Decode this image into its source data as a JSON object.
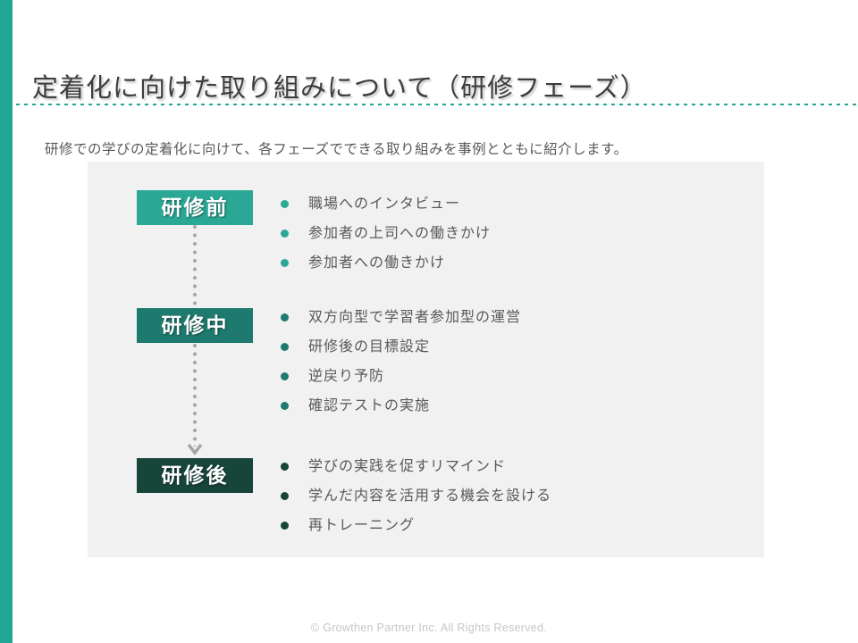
{
  "slide": {
    "title": "定着化に向けた取り組みについて（研修フェーズ）",
    "subtitle": "研修での学びの定着化に向けて、各フェーズでできる取り組みを事例とともに紹介します。",
    "footer": "© Growthen Partner Inc. All Rights Reserved."
  },
  "phases": [
    {
      "label": "研修前",
      "color": "#2BA895",
      "items": [
        "職場へのインタビュー",
        "参加者の上司への働きかけ",
        "参加者への働きかけ"
      ]
    },
    {
      "label": "研修中",
      "color": "#1E7A6E",
      "items": [
        "双方向型で学習者参加型の運営",
        "研修後の目標設定",
        "逆戻り予防",
        "確認テストの実施"
      ]
    },
    {
      "label": "研修後",
      "color": "#17453A",
      "items": [
        "学びの実践を促すリマインド",
        "学んだ内容を活用する機会を設ける",
        "再トレーニング"
      ]
    }
  ],
  "colors": {
    "accent": "#21A693",
    "title": "#3D3D3D",
    "text": "#595959",
    "panel": "#F1F1F1",
    "connector": "#A6A6A6",
    "footer": "#C6C6C6"
  }
}
